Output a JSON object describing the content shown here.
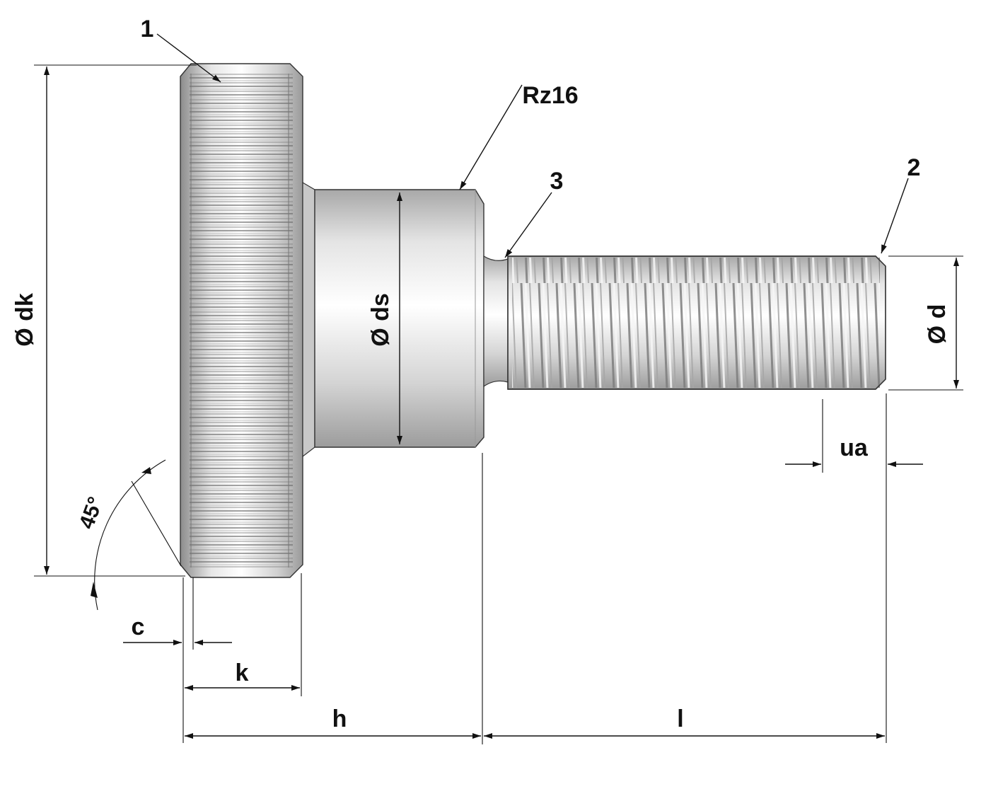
{
  "labels": {
    "callout_1": "1",
    "callout_2": "2",
    "callout_3": "3",
    "roughness": "Rz16",
    "dk": "Ø dk",
    "ds": "Ø ds",
    "d": "Ø d",
    "ua": "ua",
    "c": "c",
    "k": "k",
    "h": "h",
    "l": "l",
    "angle": "45°"
  },
  "colors": {
    "line": "#111111",
    "metal_light": "#f2f2f2",
    "metal_dark": "#8a8a8a"
  }
}
